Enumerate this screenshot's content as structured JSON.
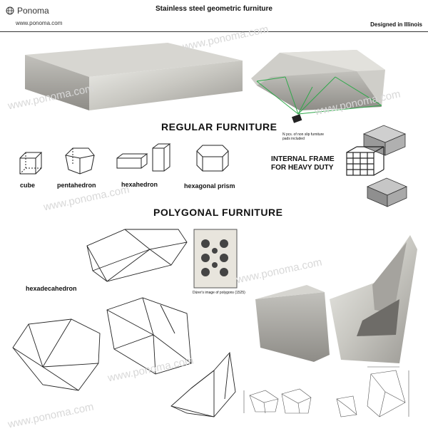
{
  "header": {
    "brand": "Ponoma",
    "site": "www.ponoma.com",
    "title": "Stainless steel geometric furniture",
    "designed": "Designed in Illinois"
  },
  "sections": {
    "regular": "REGULAR FURNITURE",
    "polygonal": "POLYGONAL FURNITURE",
    "internal_frame": "INTERNAL FRAME FOR HEAVY DUTY",
    "pads_note": "N pcs. of non slip furniture pads included"
  },
  "shapes": [
    "cube",
    "pentahedron",
    "hexahedron",
    "hexagonal prism"
  ],
  "polygon_label": "hexadecahedron",
  "engraving_caption": "Dürer's image of polygons (1525)",
  "watermark": "www.ponoma.com"
}
